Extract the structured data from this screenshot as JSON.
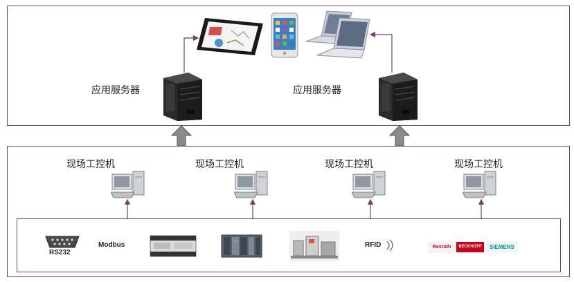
{
  "server_labels": [
    "应用服务器",
    "应用服务器"
  ],
  "pc_labels": [
    "现场工控机",
    "现场工控机",
    "现场工控机",
    "现场工控机"
  ],
  "devices": {
    "rs232": "RS232",
    "modbus": "Modbus",
    "rfid": "RFID",
    "brands": [
      "Rexroth",
      "BECKHOFF",
      "SIEMENS"
    ]
  },
  "colors": {
    "frame": "#7a3b6a",
    "arrow_fill": "#8a8a8a",
    "siemens": "#009999",
    "rexroth": "#d10019"
  }
}
